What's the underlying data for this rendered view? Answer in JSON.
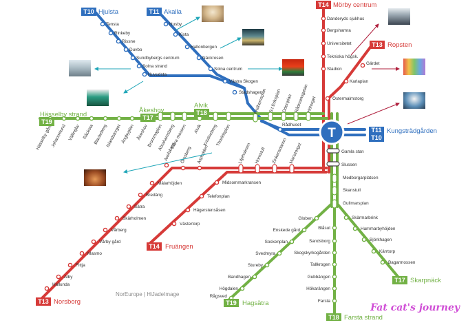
{
  "colors": {
    "blue": "#2f6fbe",
    "red": "#d63a38",
    "green": "#72b145",
    "white": "#ffffff"
  },
  "hub": {
    "label": "T"
  },
  "lines": {
    "t10": {
      "code": "T10",
      "name": "Hjulsta"
    },
    "t11": {
      "code": "T11",
      "name": "Akalla"
    },
    "t14": {
      "code": "T14",
      "name": "Mörby centrum"
    },
    "t13": {
      "code": "T13",
      "name": "Ropsten"
    },
    "t19": {
      "code": "T19",
      "name": "Hässelby strand"
    },
    "t17": {
      "code": "T17",
      "name": "Åkeshov"
    },
    "t18": {
      "code": "T18",
      "name": "Alvik"
    },
    "t11e": {
      "code": "T11",
      "name": "Kungsträdgården"
    },
    "t10e": {
      "code": "T10",
      "name": ""
    },
    "t13s": {
      "code": "T13",
      "name": "Norsborg"
    },
    "t14s": {
      "code": "T14",
      "name": "Fruängen"
    },
    "t19s": {
      "code": "T19",
      "name": "Hagsätra"
    },
    "t18s": {
      "code": "T18",
      "name": "Farsta strand"
    },
    "t17s": {
      "code": "T17",
      "name": "Skarpnäck"
    }
  },
  "stations": {
    "tensta": "Tensta",
    "rinkeby": "Rinkeby",
    "rissne": "Rissne",
    "duvbo": "Duvbo",
    "sundbyberg": "Sundbybergs centrum",
    "solnastrand": "Solna strand",
    "huvudsta": "Huvudsta",
    "husby": "Husby",
    "kista": "Kista",
    "hallonbergen": "Hallonbergen",
    "nackrosen": "Näckrosen",
    "solnacentrum": "Solna centrum",
    "vastraskogen": "Västra Skogen",
    "stadshagen": "Stadshagen",
    "fridhemsplan": "Fridhemsplan",
    "radhuset": "Rådhuset",
    "stenkas": "S:t Eriksplan",
    "odenplan": "Odenplan",
    "radmansgatan": "Rådmansgatan",
    "hotorget": "Hötorget",
    "danderyd": "Danderyds sjukhus",
    "bergshamra": "Bergshamra",
    "universitetet": "Universitetet",
    "tekniska": "Tekniska högsk.",
    "stadion": "Stadion",
    "gardet": "Gärdet",
    "karlaplan": "Karlaplan",
    "ostermalmstorg": "Östermalmstorg",
    "hasselbygard": "Hässelby gård",
    "johannelund": "Johannelund",
    "vallingby": "Vällingby",
    "racksta": "Råcksta",
    "blackeberg": "Blackeberg",
    "islandstorget": "Islandstorget",
    "angbyplan": "Ängbyplan",
    "akeshov": "Åkeshov",
    "brommaplan": "Brommaplan",
    "abrahamsberg": "Abrahamsberg",
    "storamossen": "Stora mossen",
    "alvik": "Alvik",
    "kristineberg": "Kristineberg",
    "thorildsplan": "Thorildsplan",
    "gamlastan": "Gamla stan",
    "slussen": "Slussen",
    "liljeholmen": "Liljeholmen",
    "hornstull": "Hornstull",
    "zinkensdamm": "Zinkensdamm",
    "mariatorget": "Mariatorget",
    "axelsberg": "Axelsberg",
    "ornsberg": "Örnsberg",
    "aspudden": "Aspudden",
    "malarhojden": "Mälarhöjden",
    "bredang": "Bredäng",
    "satra": "Sätra",
    "skarholmen": "Skärholmen",
    "varberg": "Vårberg",
    "varbygard": "Vårby gård",
    "masmo": "Masmo",
    "fittja": "Fittja",
    "alby": "Alby",
    "hallunda": "Hallunda",
    "midsommarkransen": "Midsommarkransen",
    "telefonplan": "Telefonplan",
    "hagerstensasen": "Hägerstensåsen",
    "vastertorp": "Västertorp",
    "medborgarplatsen": "Medborgarplatsen",
    "skanstull": "Skanstull",
    "gullmarsplan": "Gullmarsplan",
    "globen": "Globen",
    "enskedegard": "Enskede gård",
    "sockenplan": "Sockenplan",
    "svedmyra": "Svedmyra",
    "stureby": "Stureby",
    "bandhagen": "Bandhagen",
    "hogdalen": "Högdalen",
    "ragsved": "Rågsved",
    "blasut": "Blåsut",
    "sandsborg": "Sandsborg",
    "skogskyrkogarden": "Skogskyrkogården",
    "tallkrogen": "Tallkrogen",
    "gubbangen": "Gubbängen",
    "hokarangen": "Hökarängen",
    "farsta": "Farsta",
    "skarmarbrink": "Skärmarbrink",
    "hammarbyhojden": "Hammarbyhöjden",
    "bjorkhagen": "Björkhagen",
    "karrtorp": "Kärrtorp",
    "bagarmossen": "Bagarmossen"
  },
  "footer": {
    "credit": "NorEurope | HiJadeImage",
    "watermark": "Fat cat's journey"
  }
}
